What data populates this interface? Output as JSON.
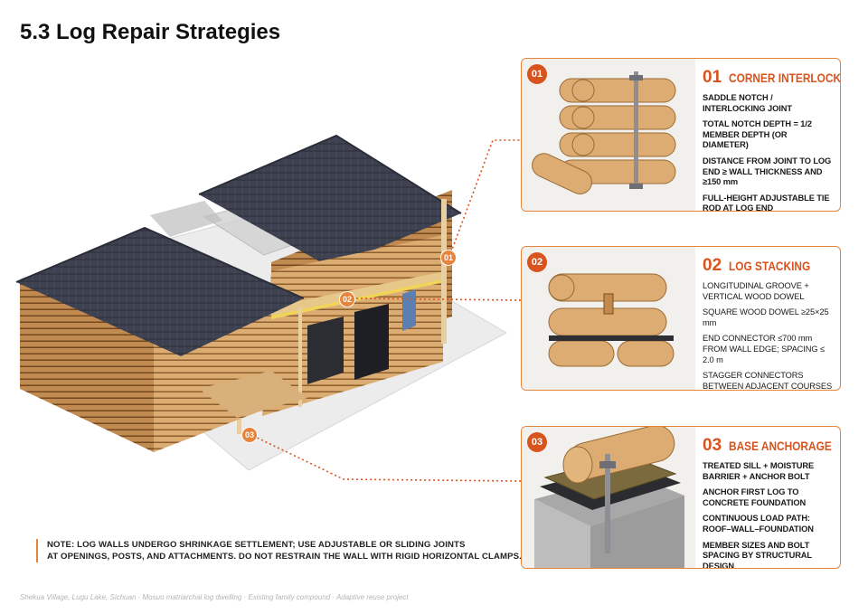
{
  "page": {
    "title": "5.3 Log Repair Strategies",
    "footer": "Shekua Village, Lugu Lake, Sichuan · Mosuo matriarchal log dwelling · Existing family compound · Adaptive reuse project"
  },
  "callouts": [
    "01",
    "02",
    "03"
  ],
  "cards": [
    {
      "badge": "01",
      "number": "01",
      "title": "CORNER INTERLOCK",
      "lines": [
        "SADDLE NOTCH / INTERLOCKING JOINT",
        "TOTAL NOTCH DEPTH = 1/2 MEMBER DEPTH (OR DIAMETER)",
        "DISTANCE FROM JOINT TO LOG END ≥ WALL THICKNESS AND ≥150 mm",
        "FULL-HEIGHT ADJUSTABLE TIE ROD AT LOG END"
      ]
    },
    {
      "badge": "02",
      "number": "02",
      "title": "LOG STACKING",
      "lines": [
        "LONGITUDINAL GROOVE + VERTICAL WOOD DOWEL",
        "SQUARE WOOD DOWEL ≥25×25 mm",
        "END CONNECTOR ≤700 mm FROM WALL EDGE; SPACING ≤ 2.0 m",
        "STAGGER CONNECTORS BETWEEN ADJACENT COURSES"
      ]
    },
    {
      "badge": "03",
      "number": "03",
      "title": "BASE ANCHORAGE",
      "lines": [
        "TREATED SILL + MOISTURE BARRIER + ANCHOR BOLT",
        "ANCHOR FIRST LOG TO CONCRETE FOUNDATION",
        "CONTINUOUS LOAD PATH: ROOF–WALL–FOUNDATION",
        "MEMBER SIZES AND BOLT SPACING BY STRUCTURAL DESIGN"
      ]
    }
  ],
  "note": {
    "line1": "NOTE: LOG WALLS UNDERGO SHRINKAGE SETTLEMENT; USE ADJUSTABLE OR SLIDING JOINTS",
    "line2": "AT OPENINGS, POSTS, AND ATTACHMENTS. DO NOT RESTRAIN THE WALL WITH RIGID HORIZONTAL CLAMPS."
  },
  "colors": {
    "accent": "#d9531e",
    "leader": "#e8833a",
    "wood": "#d9a86c",
    "roof": "#3b3f4d"
  }
}
